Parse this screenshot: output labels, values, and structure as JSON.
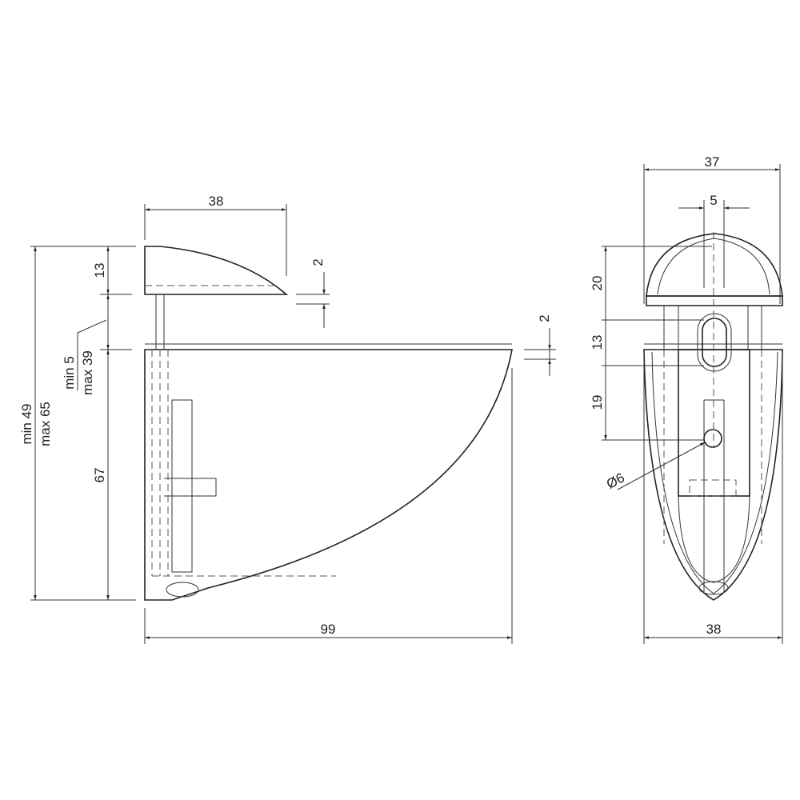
{
  "drawing": {
    "side_view": {
      "top_width": "38",
      "clamp_height": "13",
      "gap_min": "min 5",
      "gap_max": "max 39",
      "lower_height": "67",
      "total_min": "min 49",
      "total_max": "max 65",
      "lip_top": "2",
      "lip_shelf": "2",
      "depth": "99"
    },
    "front_view": {
      "cap_width": "37",
      "slot_width": "5",
      "cap_height": "20",
      "slot_height": "13",
      "hole_offset": "19",
      "hole_diameter": "Ø6",
      "body_width": "38"
    }
  }
}
